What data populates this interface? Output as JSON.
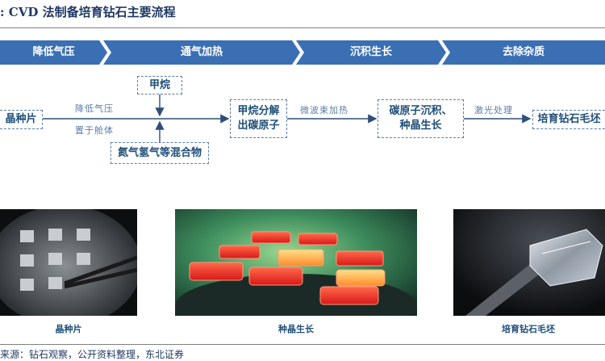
{
  "title": ":  CVD 法制备培育钻石主要流程",
  "stages": [
    "降低气压",
    "通气加热",
    "沉积生长",
    "去除杂质"
  ],
  "colors": {
    "stage": "#3a6fb4",
    "box_border": "#5b7ea8",
    "text_dark": "#1f3864",
    "arrow": "#2f4f79"
  },
  "boxes": {
    "seed": "晶种片",
    "methane": "甲烷",
    "gas_mix": "氮气氢气等混合物",
    "decompose": "甲烷分解\n出碳原子",
    "deposit": "碳原子沉积、\n种晶生长",
    "product": "培育钻石毛坯"
  },
  "labels": {
    "lower_pressure": "降低气压",
    "in_cabin": "置于舱体",
    "microwave": "微波束加热",
    "laser": "激光处理"
  },
  "captions": [
    "晶种片",
    "种晶生长",
    "培育钻石毛坯"
  ],
  "source": "来源：钻石观察，公开资料整理，东北证券"
}
